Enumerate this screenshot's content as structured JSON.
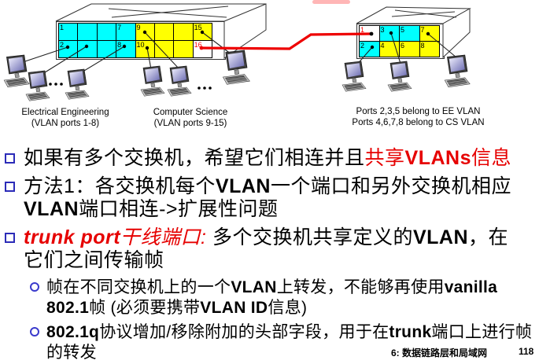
{
  "diagram": {
    "colors": {
      "ee_vlan": "#00ffff",
      "cs_vlan": "#ffff00",
      "trunk_cell": "#ffffff",
      "trunk_line": "#ee0000",
      "trunk_port_text": "#ff0000",
      "port_text": "#000000"
    },
    "switches": [
      {
        "id": "left",
        "cols": 8,
        "ports_top": [
          {
            "n": "1",
            "v": "ee"
          },
          {
            "n": "",
            "v": "ee"
          },
          {
            "n": "",
            "v": "ee"
          },
          {
            "n": "7",
            "v": "ee"
          },
          {
            "n": "9",
            "v": "cs"
          },
          {
            "n": "",
            "v": "cs"
          },
          {
            "n": "",
            "v": "cs"
          },
          {
            "n": "15",
            "v": "cs"
          }
        ],
        "ports_bottom": [
          {
            "n": "2",
            "v": "ee"
          },
          {
            "n": "",
            "v": "ee"
          },
          {
            "n": "",
            "v": "ee"
          },
          {
            "n": "8",
            "v": "ee"
          },
          {
            "n": "10",
            "v": "cs"
          },
          {
            "n": "",
            "v": "cs"
          },
          {
            "n": "",
            "v": "cs"
          },
          {
            "n": "16",
            "v": "trunk"
          }
        ]
      },
      {
        "id": "right",
        "cols": 4,
        "ports_top": [
          {
            "n": "1",
            "v": "trunk"
          },
          {
            "n": "3",
            "v": "ee"
          },
          {
            "n": "5",
            "v": "ee"
          },
          {
            "n": "7",
            "v": "cs"
          }
        ],
        "ports_bottom": [
          {
            "n": "2",
            "v": "ee"
          },
          {
            "n": "4",
            "v": "cs"
          },
          {
            "n": "6",
            "v": "cs"
          },
          {
            "n": "8",
            "v": "cs"
          }
        ]
      }
    ],
    "labels": {
      "ee_line1": "Electrical Engineering",
      "ee_line2": "(VLAN ports 1-8)",
      "cs_line1": "Computer Science",
      "cs_line2": "(VLAN ports 9-15)",
      "right_line1": "Ports 2,3,5 belong to EE VLAN",
      "right_line2": "Ports 4,6,7,8 belong to CS VLAN"
    }
  },
  "text_colors": {
    "highlight": "#e60000",
    "body": "#000000"
  },
  "bullets": [
    {
      "type": "main",
      "segs": [
        {
          "t": "如果有多个交换机，希望它们相连并且"
        },
        {
          "t": "共享",
          "c": 1
        },
        {
          "t": "VLANs",
          "c": 1,
          "b": 1
        },
        {
          "t": "信息",
          "c": 1
        }
      ]
    },
    {
      "type": "main",
      "segs": [
        {
          "t": "方法1：各交换机每个"
        },
        {
          "t": "VLAN",
          "b": 1
        },
        {
          "t": "一个端口和另外交换机相应"
        },
        {
          "t": "VLAN",
          "b": 1
        },
        {
          "t": "端口相连->扩展性问题"
        }
      ]
    },
    {
      "type": "main",
      "segs": [
        {
          "t": "trunk port",
          "c": 1,
          "b": 1,
          "i": 1
        },
        {
          "t": "干线端口:",
          "c": 1,
          "i": 1
        },
        {
          "t": " 多个交换机共享定义的"
        },
        {
          "t": "VLAN",
          "b": 1
        },
        {
          "t": "，在它们之间传输帧"
        }
      ]
    },
    {
      "type": "sub",
      "segs": [
        {
          "t": "帧在不同交换机上的一个"
        },
        {
          "t": "VLAN",
          "b": 1
        },
        {
          "t": "上转发，不能够再使用"
        },
        {
          "t": "vanilla",
          "b": 1
        },
        {
          "t": " "
        },
        {
          "t": "802.1",
          "b": 1
        },
        {
          "t": "帧 (必须要携带"
        },
        {
          "t": "VLAN ID",
          "b": 1
        },
        {
          "t": "信息)"
        }
      ]
    },
    {
      "type": "sub",
      "segs": [
        {
          "t": "802.1q",
          "b": 1
        },
        {
          "t": "协议增加/移除附加的头部字段，用于在"
        },
        {
          "t": "trunk",
          "b": 1
        },
        {
          "t": "端口上进行帧的转发"
        }
      ]
    }
  ],
  "footer": {
    "section": "6: 数据链路层和局域网",
    "page": "118"
  }
}
